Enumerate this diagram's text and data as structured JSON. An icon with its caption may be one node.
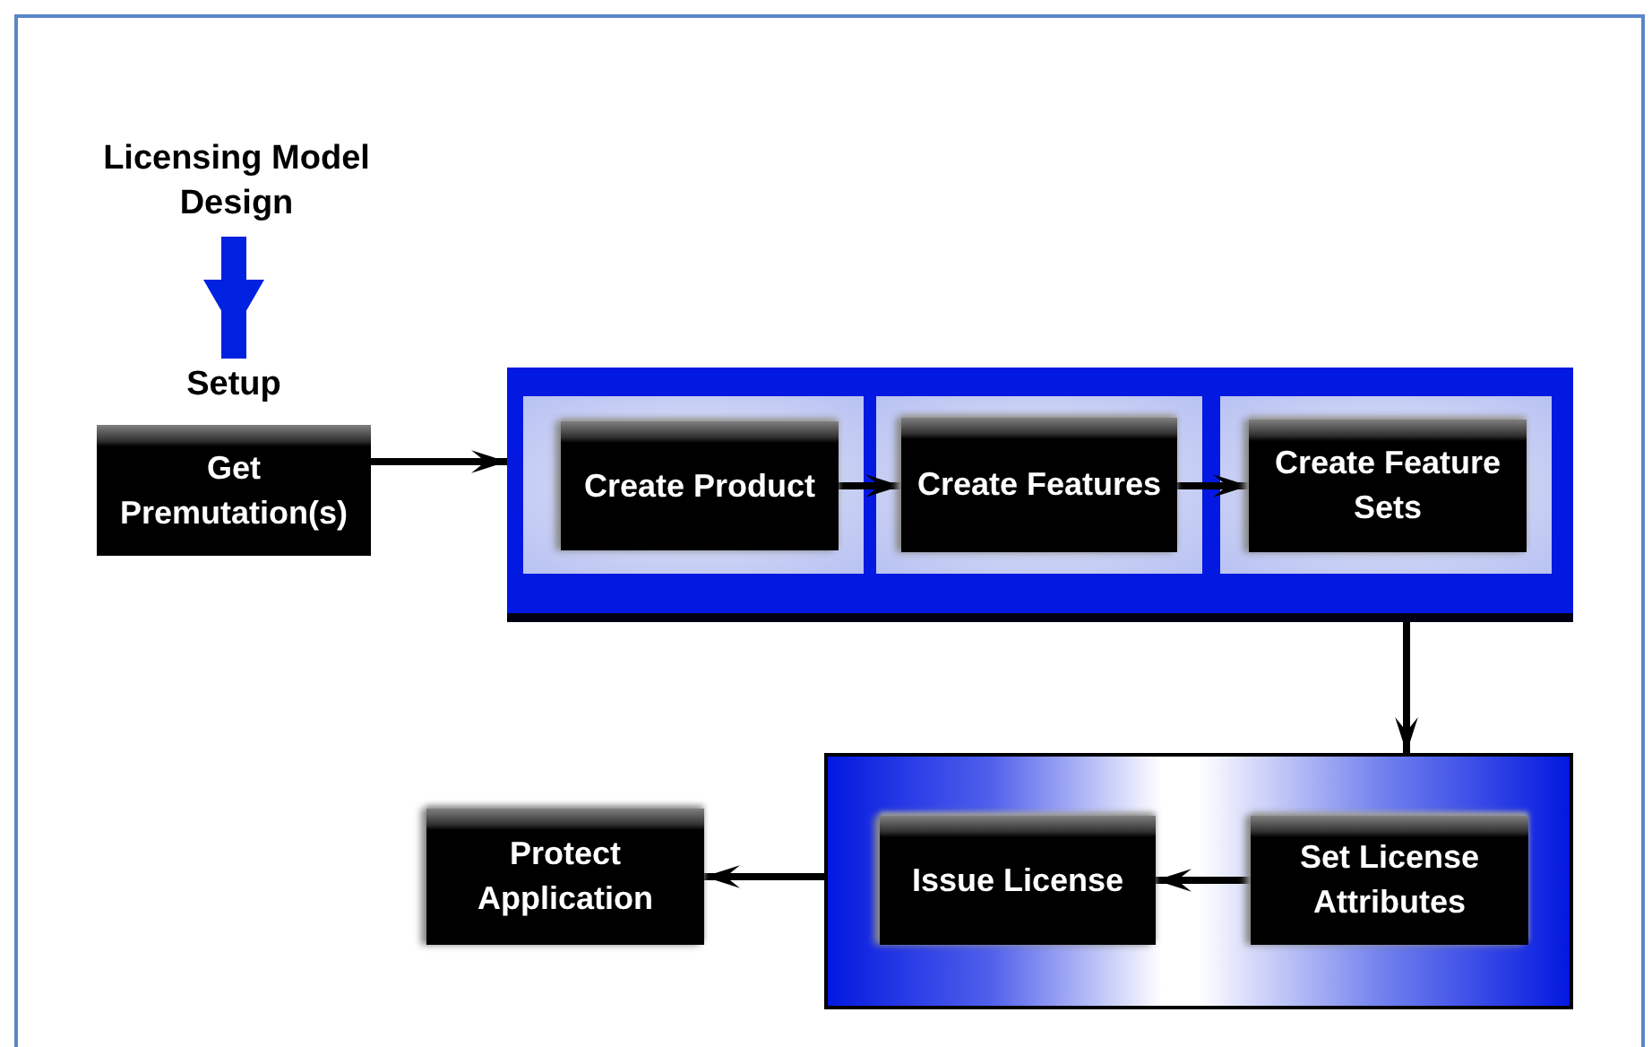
{
  "diagram": {
    "nodes": [
      {
        "text": [
          "Licensing Model Design"
        ]
      },
      {
        "text": [
          "Setup",
          "Get Premutation(s)"
        ]
      },
      {
        "text": [],
        "shape": "box"
      },
      {
        "text": [
          "Create Product"
        ],
        "in": 2
      },
      {
        "text": [
          "Create Features"
        ],
        "in": 2
      },
      {
        "text": [
          "Create Feature Sets"
        ],
        "in": 2
      },
      {
        "text": [],
        "shape": "box"
      },
      {
        "text": [
          "Issue License"
        ],
        "in": 6
      },
      {
        "text": [
          "Set License Attributes"
        ],
        "in": 6
      },
      {
        "text": [
          "Protect Application"
        ]
      }
    ],
    "edges": [
      {
        "from": 0,
        "to": 1,
        "arrow": "to",
        "style": "thick",
        "color": "#0022e0"
      },
      {
        "from": 1,
        "to": 2,
        "arrow": "to"
      },
      {
        "from": 3,
        "to": 4,
        "arrow": "to"
      },
      {
        "from": 4,
        "to": 5,
        "arrow": "to"
      },
      {
        "from": 2,
        "to": 6,
        "arrow": "to"
      },
      {
        "from": 8,
        "to": 7,
        "arrow": "to"
      },
      {
        "from": 6,
        "to": 9,
        "arrow": "to"
      }
    ]
  }
}
